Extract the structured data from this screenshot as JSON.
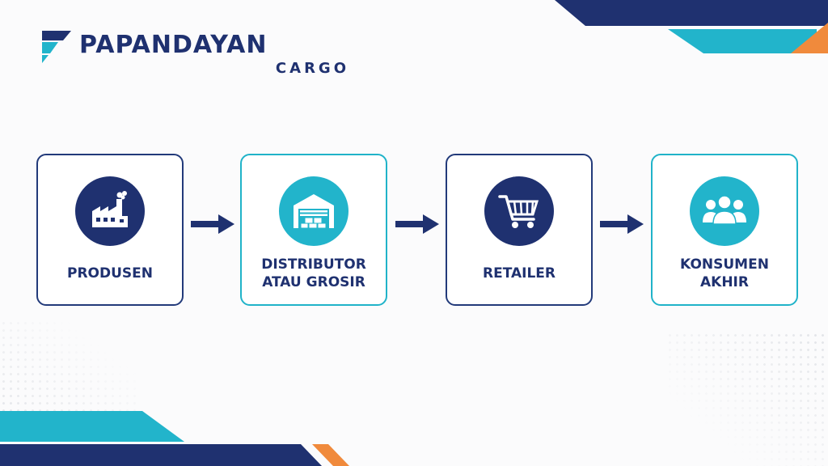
{
  "brand": {
    "name": "PAPANDAYAN",
    "sub": "CARGO"
  },
  "colors": {
    "navy": "#1f3170",
    "teal": "#22b4cb",
    "orange": "#f08a3c"
  },
  "steps": [
    {
      "label": "PRODUSEN",
      "icon": "factory-icon"
    },
    {
      "label": "DISTRIBUTOR\nATAU GROSIR",
      "icon": "warehouse-icon"
    },
    {
      "label": "RETAILER",
      "icon": "shopping-cart-icon"
    },
    {
      "label": "KONSUMEN\nAKHIR",
      "icon": "people-group-icon"
    }
  ]
}
